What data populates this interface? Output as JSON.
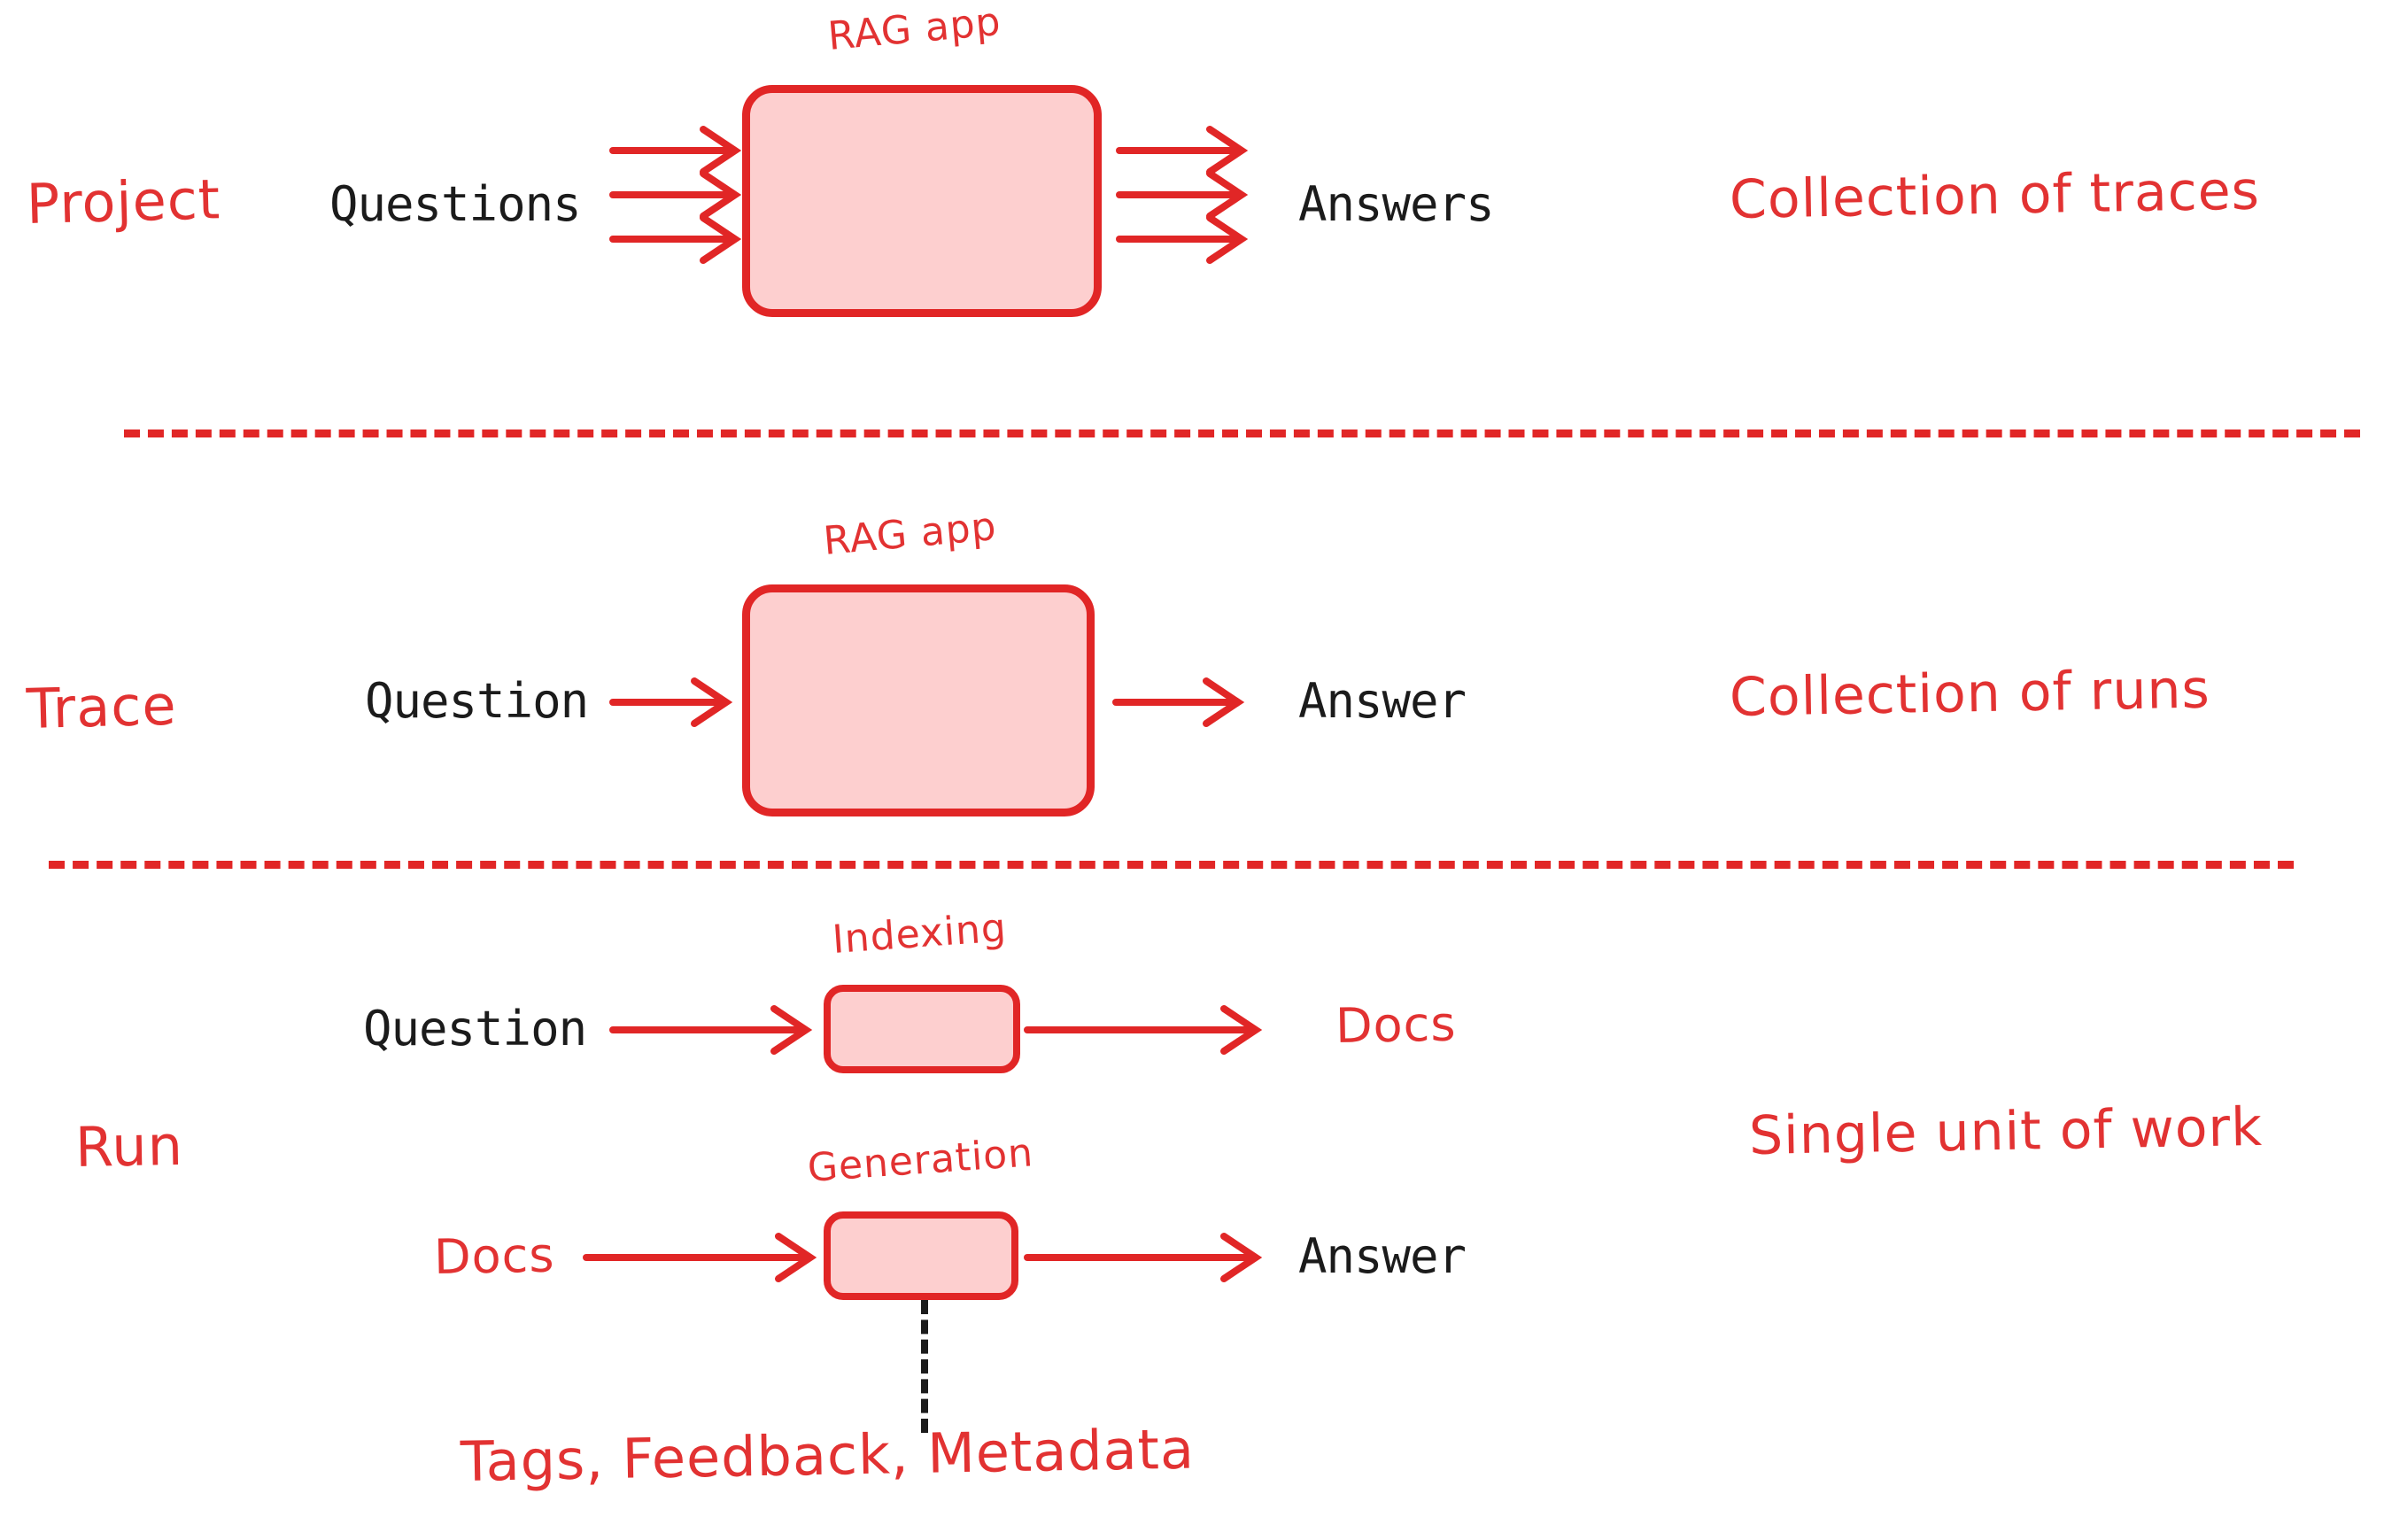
{
  "diagram": {
    "title_concepts": [
      "Project",
      "Trace",
      "Run"
    ],
    "accent_color": "#e12626",
    "fill_color": "#fdcfcf",
    "text_color": "#1b1b1b",
    "background": "#ffffff"
  },
  "rows": {
    "project": {
      "category": "Project",
      "input_label": "Questions",
      "box_label": "RAG app",
      "output_label": "Answers",
      "description": "Collection of traces",
      "arrow_count_in": 3,
      "arrow_count_out": 3
    },
    "trace": {
      "category": "Trace",
      "input_label": "Question",
      "box_label": "RAG app",
      "output_label": "Answer",
      "description": "Collection of runs",
      "arrow_count_in": 1,
      "arrow_count_out": 1
    },
    "run": {
      "category": "Run",
      "description": "Single unit of work",
      "steps": [
        {
          "input_label": "Question",
          "box_label": "Indexing",
          "output_label": "Docs"
        },
        {
          "input_label": "Docs",
          "box_label": "Generation",
          "output_label": "Answer"
        }
      ],
      "annotation": "Tags, Feedback, Metadata"
    }
  }
}
